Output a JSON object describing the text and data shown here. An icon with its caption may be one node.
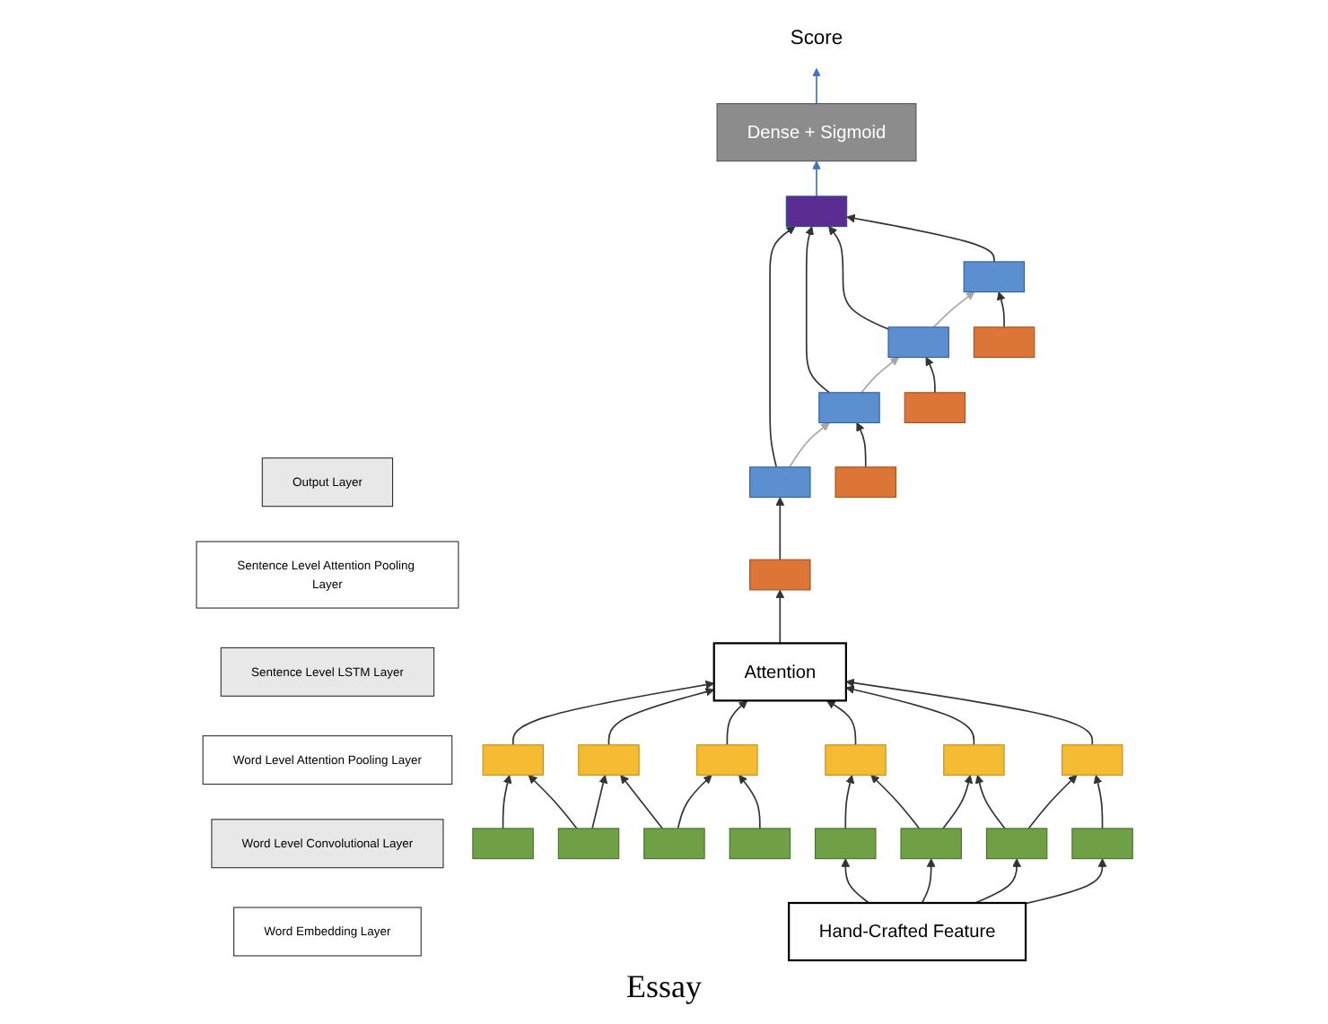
{
  "diagram": {
    "nodes": [
      {
        "text": [
          "Output Layer"
        ]
      },
      {
        "text": [
          "Sentence Level Attention Pooling Layer"
        ]
      },
      {
        "text": [
          "Sentence Level LSTM Layer"
        ]
      },
      {
        "text": [
          "Word Level Attention Pooling Layer"
        ]
      },
      {
        "text": [
          "Word Level Convolutional Layer"
        ]
      },
      {
        "text": [
          "Word Embedding Layer"
        ]
      },
      {
        "text": [
          "Score"
        ]
      },
      {
        "text": [
          "Dense + Sigmoid"
        ]
      },
      {
        "text": [],
        "shape": "box"
      },
      {
        "text": [],
        "shape": "box"
      },
      {
        "text": [],
        "shape": "box"
      },
      {
        "text": [],
        "shape": "box"
      },
      {
        "text": [],
        "shape": "box"
      },
      {
        "text": [],
        "shape": "box"
      },
      {
        "text": [],
        "shape": "box"
      },
      {
        "text": [],
        "shape": "box"
      },
      {
        "text": [],
        "shape": "box"
      },
      {
        "text": [
          "Attention"
        ]
      },
      {
        "text": [],
        "shape": "box"
      },
      {
        "text": [],
        "shape": "box"
      },
      {
        "text": [],
        "shape": "box"
      },
      {
        "text": [],
        "shape": "box"
      },
      {
        "text": [],
        "shape": "box"
      },
      {
        "text": [],
        "shape": "box"
      },
      {
        "text": [],
        "shape": "box"
      },
      {
        "text": [],
        "shape": "box"
      },
      {
        "text": [],
        "shape": "box"
      },
      {
        "text": [],
        "shape": "box"
      },
      {
        "text": [],
        "shape": "box"
      },
      {
        "text": [],
        "shape": "box"
      },
      {
        "text": [],
        "shape": "box"
      },
      {
        "text": [],
        "shape": "box"
      },
      {
        "text": [
          "Hand-Crafted Feature"
        ]
      }
    ],
    "edges": [
      {
        "from": 8,
        "to": 7,
        "arrow": "to",
        "color": "#4472c4"
      },
      {
        "from": 7,
        "to": 6,
        "arrow": "to",
        "color": "#4472c4"
      },
      {
        "from": 9,
        "to": 8,
        "arrow": "to"
      },
      {
        "from": 10,
        "to": 8,
        "arrow": "to"
      },
      {
        "from": 11,
        "to": 8,
        "arrow": "to"
      },
      {
        "from": 12,
        "to": 8,
        "arrow": "to"
      },
      {
        "from": 9,
        "to": 10,
        "arrow": "to",
        "color": "#a6a6a6"
      },
      {
        "from": 10,
        "to": 11,
        "arrow": "to",
        "color": "#a6a6a6"
      },
      {
        "from": 11,
        "to": 12,
        "arrow": "to",
        "color": "#a6a6a6"
      },
      {
        "from": 13,
        "to": 9,
        "arrow": "to"
      },
      {
        "from": 14,
        "to": 10,
        "arrow": "to"
      },
      {
        "from": 15,
        "to": 11,
        "arrow": "to"
      },
      {
        "from": 16,
        "to": 12,
        "arrow": "to"
      },
      {
        "from": 17,
        "to": 13,
        "arrow": "to"
      },
      {
        "from": 18,
        "to": 17,
        "arrow": "to"
      },
      {
        "from": 19,
        "to": 17,
        "arrow": "to"
      },
      {
        "from": 20,
        "to": 17,
        "arrow": "to"
      },
      {
        "from": 21,
        "to": 17,
        "arrow": "to"
      },
      {
        "from": 22,
        "to": 17,
        "arrow": "to"
      },
      {
        "from": 23,
        "to": 17,
        "arrow": "to"
      },
      {
        "from": 24,
        "to": 18,
        "arrow": "to"
      },
      {
        "from": 25,
        "to": 18,
        "arrow": "to"
      },
      {
        "from": 25,
        "to": 19,
        "arrow": "to"
      },
      {
        "from": 26,
        "to": 19,
        "arrow": "to"
      },
      {
        "from": 26,
        "to": 20,
        "arrow": "to"
      },
      {
        "from": 27,
        "to": 20,
        "arrow": "to"
      },
      {
        "from": 28,
        "to": 21,
        "arrow": "to"
      },
      {
        "from": 29,
        "to": 21,
        "arrow": "to"
      },
      {
        "from": 29,
        "to": 22,
        "arrow": "to"
      },
      {
        "from": 30,
        "to": 22,
        "arrow": "to"
      },
      {
        "from": 30,
        "to": 23,
        "arrow": "to"
      },
      {
        "from": 31,
        "to": 23,
        "arrow": "to"
      },
      {
        "from": 32,
        "to": 28,
        "arrow": "to"
      },
      {
        "from": 32,
        "to": 29,
        "arrow": "to"
      },
      {
        "from": 32,
        "to": 30,
        "arrow": "to"
      },
      {
        "from": 32,
        "to": 31,
        "arrow": "to"
      }
    ],
    "labels": [
      "Essay"
    ]
  }
}
